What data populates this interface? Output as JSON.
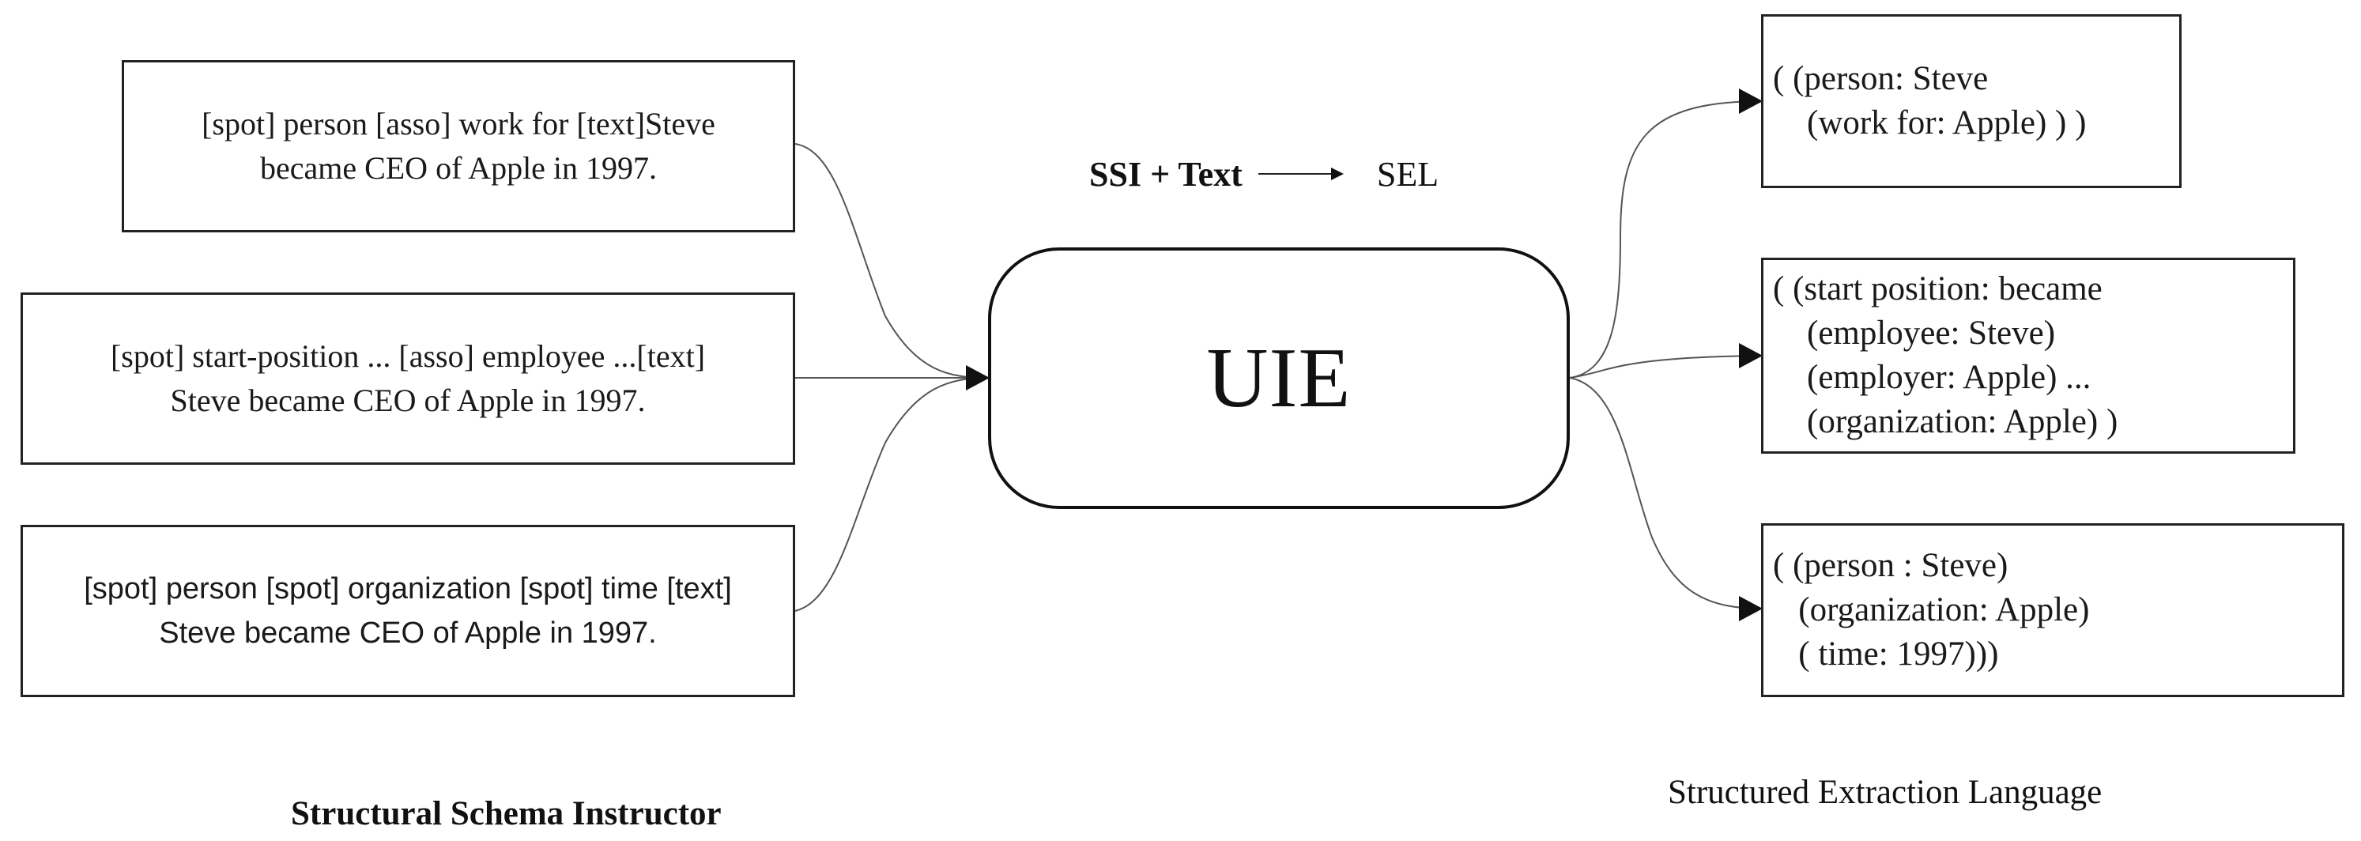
{
  "diagram": {
    "legend": {
      "input": "SSI + Text",
      "output": "SEL"
    },
    "center": {
      "label": "UIE"
    },
    "inputs": [
      {
        "lines": [
          "[spot] person [asso] work for [text]Steve",
          "became CEO of Apple in 1997."
        ]
      },
      {
        "lines": [
          "[spot] start-position ... [asso] employee ...[text]",
          "Steve became CEO of Apple in 1997."
        ]
      },
      {
        "lines": [
          "[spot] person [spot] organization [spot] time [text]",
          "Steve became CEO of Apple in 1997."
        ]
      }
    ],
    "outputs": [
      {
        "lines": [
          "( (person: Steve",
          "    (work for: Apple) ) )"
        ]
      },
      {
        "lines": [
          "( (start position: became",
          "    (employee: Steve)",
          "    (employer: Apple) ...",
          "    (organization: Apple) )"
        ]
      },
      {
        "lines": [
          "( (person : Steve)",
          "   (organization: Apple)",
          "   ( time: 1997)))"
        ]
      }
    ],
    "captions": {
      "left": "Structural Schema Instructor",
      "right": "Structured Extraction Language"
    }
  }
}
